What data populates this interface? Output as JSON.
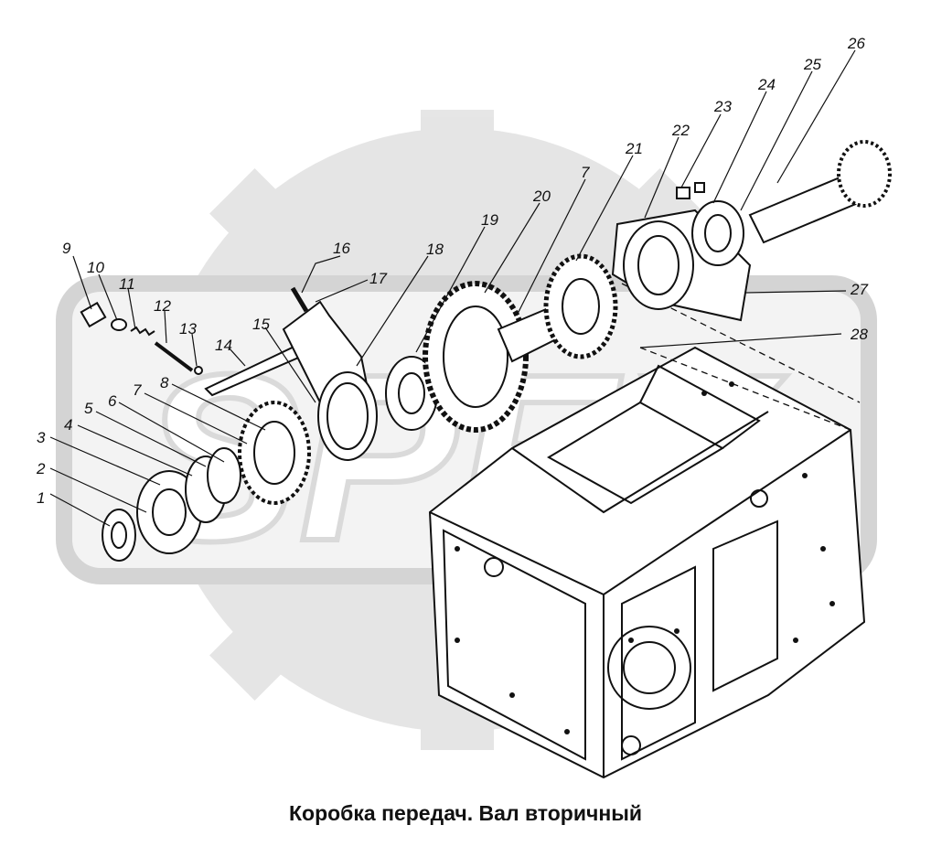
{
  "caption": "Коробка передач. Вал вторичный",
  "watermark": "SPEX",
  "callouts": [
    "1",
    "2",
    "3",
    "4",
    "5",
    "6",
    "7",
    "8",
    "9",
    "10",
    "11",
    "12",
    "13",
    "14",
    "15",
    "16",
    "17",
    "18",
    "19",
    "20",
    "7",
    "21",
    "22",
    "23",
    "24",
    "25",
    "26",
    "27",
    "28"
  ],
  "colors": {
    "ink": "#111111",
    "watermark": "#d9d9d9",
    "paper": "#ffffff"
  }
}
